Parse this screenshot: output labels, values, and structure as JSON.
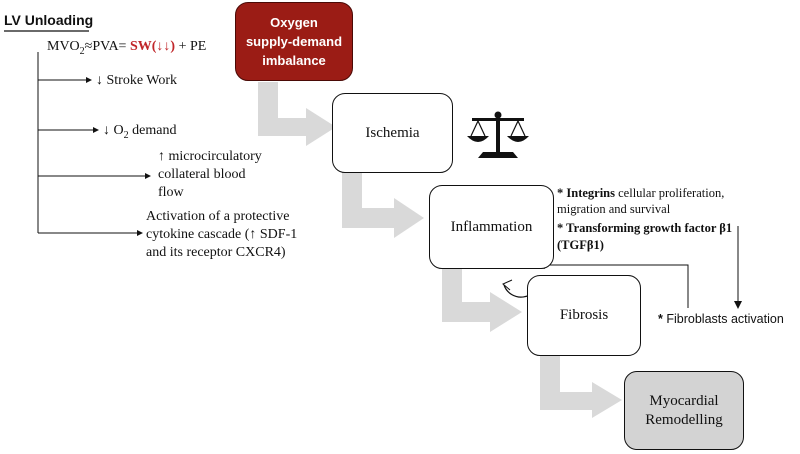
{
  "title": "LV Unloading",
  "formula": {
    "lhs": "MVO",
    "lhs_sub": "2",
    "approx": "≈PVA= ",
    "sw": "SW(↓↓)",
    "rest": " + PE"
  },
  "effects": {
    "stroke_work": "↓ Stroke Work",
    "o2_pre": "↓ O",
    "o2_sub": "2",
    "o2_post": " demand",
    "micro_1": "↑ microcirculatory",
    "micro_2": "collateral blood",
    "micro_3": "flow",
    "cyto_1": "Activation of a protective",
    "cyto_2": "cytokine cascade (↑ SDF-1",
    "cyto_3": "and its receptor CXCR4)"
  },
  "boxes": {
    "oxygen_1": "Oxygen",
    "oxygen_2": "supply-demand",
    "oxygen_3": "imbalance",
    "ischemia": "Ischemia",
    "inflammation": "Inflammation",
    "fibrosis": "Fibrosis",
    "myo_1": "Myocardial",
    "myo_2": "Remodelling"
  },
  "notes": {
    "star": "*",
    "integrins": "Integrins",
    "integrins_rest": " cellular proliferation,",
    "integrins_2": "migration and survival",
    "tgf": "Transforming growth factor β1",
    "tgf_2": "(TGFβ1)",
    "fibroblasts": "Fibroblasts activation"
  },
  "icons": {
    "balance": "scale-balance-icon",
    "cycle": "circular-arrows-icon"
  },
  "colors": {
    "oxygen_fill": "#9b1c15",
    "flow_arrow": "#d9d9d9",
    "remodelling_fill": "#d3d3d3",
    "highlight": "#c0262a"
  }
}
